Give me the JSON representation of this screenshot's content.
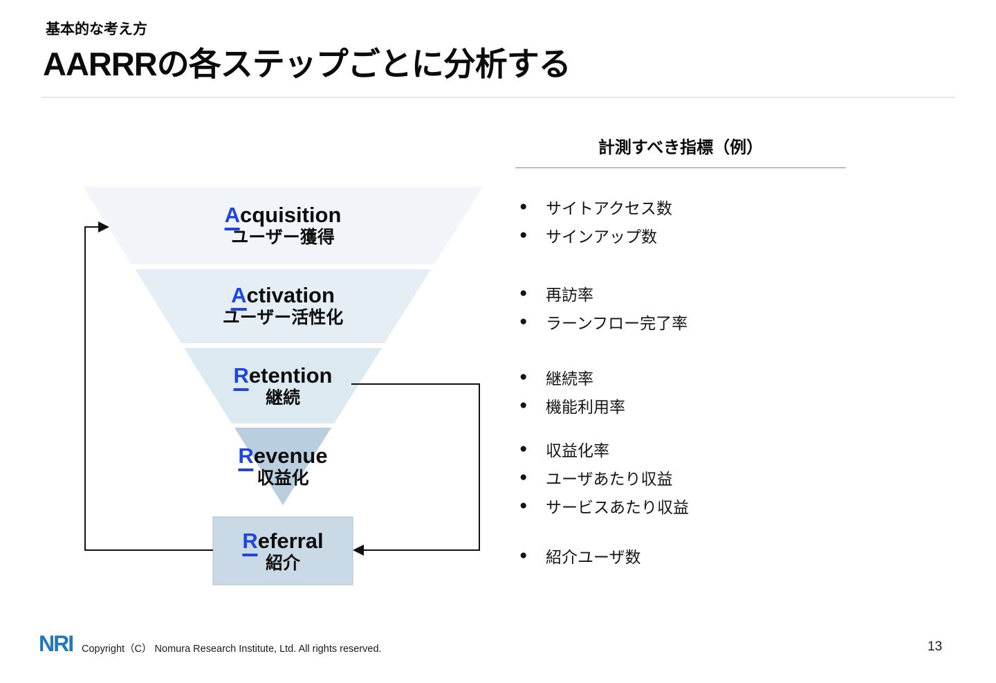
{
  "slide": {
    "kicker": "基本的な考え方",
    "title": "AARRRの各ステップごとに分析する",
    "page_number": "13"
  },
  "funnel": {
    "steps": [
      {
        "initial": "A",
        "rest": "cquisition",
        "jp": "ユーザー獲得"
      },
      {
        "initial": "A",
        "rest": "ctivation",
        "jp": "ユーザー活性化"
      },
      {
        "initial": "R",
        "rest": "etention",
        "jp": "継続"
      },
      {
        "initial": "R",
        "rest": "evenue",
        "jp": "収益化"
      },
      {
        "initial": "R",
        "rest": "eferral",
        "jp": "紹介"
      }
    ],
    "colors": {
      "band1": "#f1f5f9",
      "band2": "#e6eef5",
      "band3": "#dde9f1",
      "band4": "#b9cfdf",
      "referral_box": "#c9d9e6",
      "initial_blue": "#1e45e0"
    }
  },
  "metrics": {
    "heading": "計測すべき指標（例）",
    "groups": [
      {
        "items": [
          "サイトアクセス数",
          "サインアップ数"
        ]
      },
      {
        "items": [
          "再訪率",
          "ラーンフロー完了率"
        ]
      },
      {
        "items": [
          "継続率",
          "機能利用率"
        ]
      },
      {
        "items": [
          "収益化率",
          "ユーザあたり収益",
          "サービスあたり収益"
        ]
      },
      {
        "items": [
          "紹介ユーザ数"
        ]
      }
    ],
    "bullet_glyph": "●"
  },
  "footer": {
    "logo_text": "NRI",
    "logo_color": "#2177b8",
    "copyright": "Copyright（C） Nomura Research Institute, Ltd. All rights reserved."
  }
}
